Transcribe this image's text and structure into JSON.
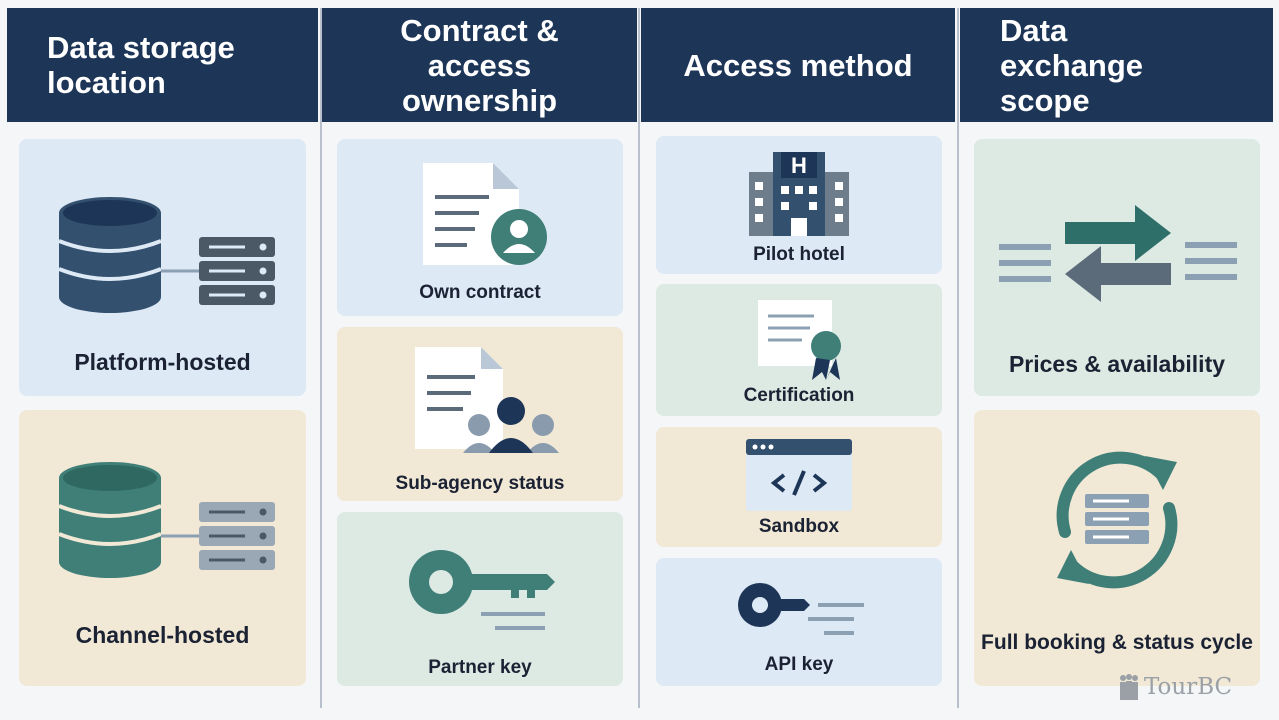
{
  "columns": [
    {
      "header": "Data storage location",
      "cards": [
        {
          "label": "Platform-hosted",
          "icon": "database-server-icon"
        },
        {
          "label": "Channel-hosted",
          "icon": "database-server-icon"
        }
      ]
    },
    {
      "header": "Contract & access ownership",
      "cards": [
        {
          "label": "Own contract",
          "icon": "contract-person-icon"
        },
        {
          "label": "Sub-agency status",
          "icon": "document-group-icon"
        },
        {
          "label": "Partner key",
          "icon": "key-icon"
        }
      ]
    },
    {
      "header": "Access method",
      "cards": [
        {
          "label": "Pilot hotel",
          "icon": "hotel-icon"
        },
        {
          "label": "Certification",
          "icon": "certificate-icon"
        },
        {
          "label": "Sandbox",
          "icon": "code-window-icon"
        },
        {
          "label": "API key",
          "icon": "api-key-icon"
        }
      ]
    },
    {
      "header": "Data exchange scope",
      "cards": [
        {
          "label": "Prices & availability",
          "icon": "exchange-arrows-icon"
        },
        {
          "label": "Full booking & status cycle",
          "icon": "sync-cycle-icon"
        }
      ]
    }
  ],
  "brand": {
    "name": "TourBC",
    "icon": "people-logo-icon"
  },
  "colors": {
    "header": "#1d3557",
    "card_blue": "#dde9f5",
    "card_beige": "#f1e8d6",
    "card_green": "#dde9e3",
    "icon_navy": "#34506f",
    "icon_teal": "#3f7f78",
    "icon_slate": "#6d7d8c"
  }
}
